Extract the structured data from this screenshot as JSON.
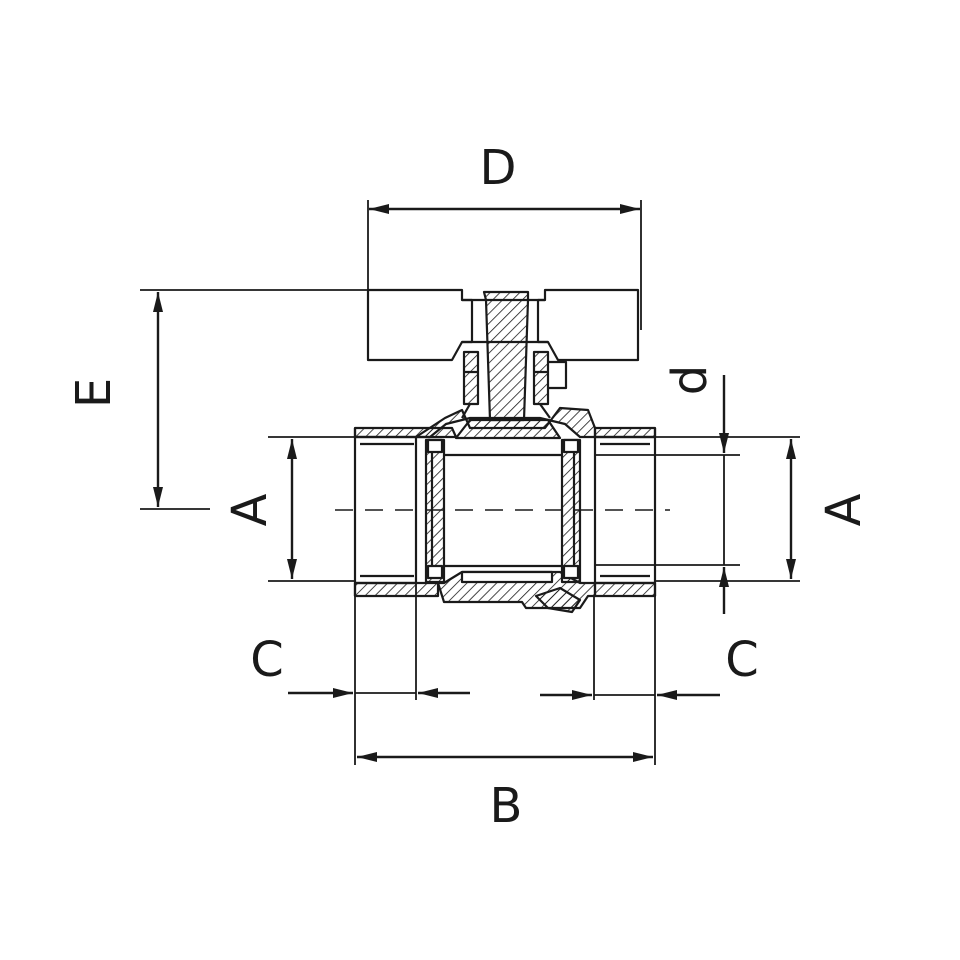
{
  "colors": {
    "ink": "#1a1a1a",
    "background": "#ffffff"
  },
  "labels": {
    "D": "D",
    "E": "E",
    "A_left": "A",
    "A_right": "A",
    "d": "d",
    "C_left": "C",
    "C_right": "C",
    "B": "B"
  },
  "icons": {
    "handle": "butterfly-handle-icon",
    "valve": "ball-valve-section-icon"
  }
}
